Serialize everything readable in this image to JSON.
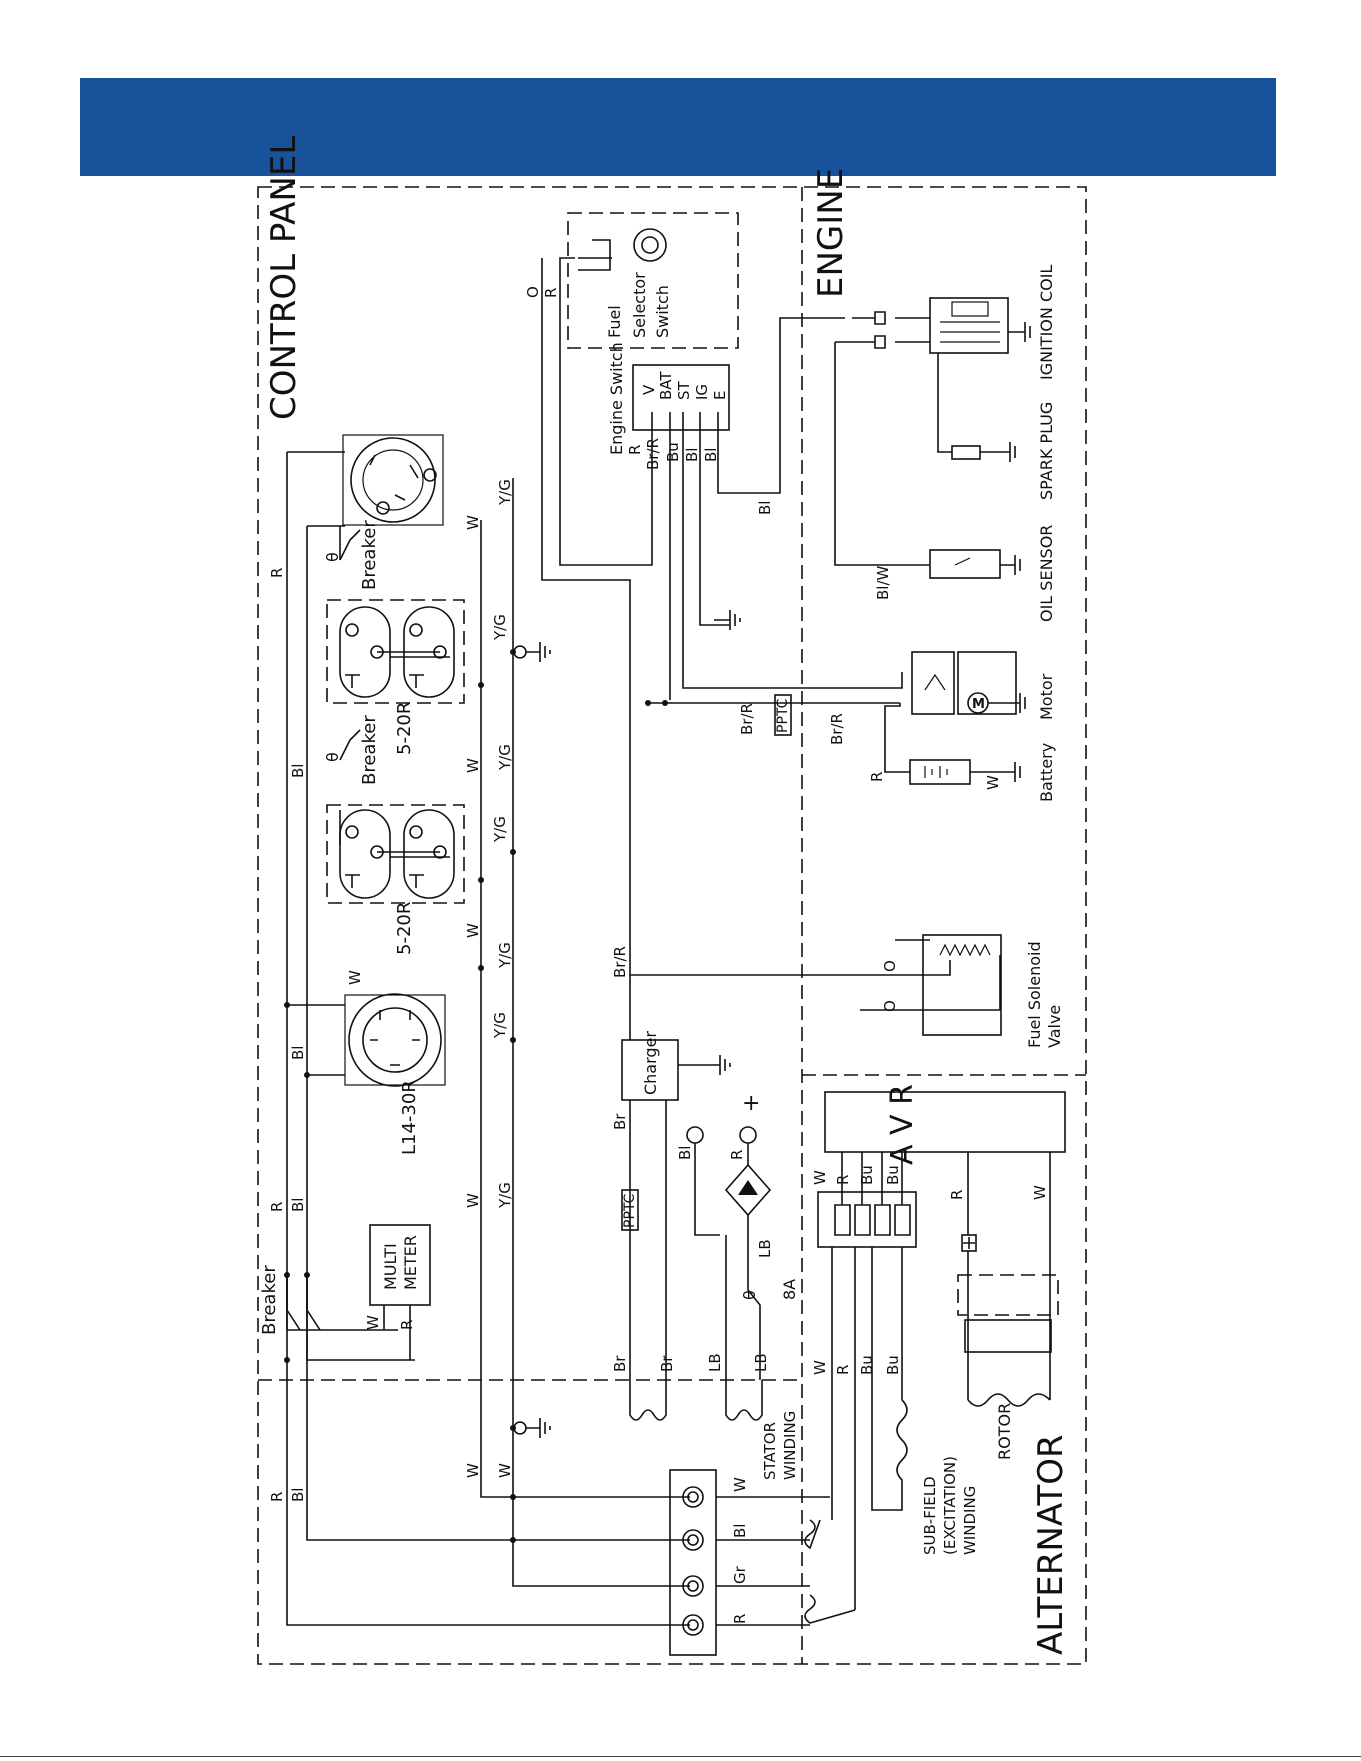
{
  "header": {
    "color": "#17529a"
  },
  "sections": {
    "control_panel": "CONTROL PANEL",
    "engine": "ENGINE",
    "alternator": "ALTERNATOR"
  },
  "components": {
    "engine_switch": "Engine Switch",
    "engine_switch_pins": [
      "V",
      "BAT",
      "ST",
      "IG",
      "E"
    ],
    "fuel_selector": [
      "Fuel",
      "Selector",
      "Switch"
    ],
    "ignition_coil": "IGNITION COIL",
    "spark_plug": "SPARK PLUG",
    "oil_sensor": "OIL SENSOR",
    "motor": "Motor",
    "motor_symbol": "M",
    "battery": "Battery",
    "fuel_solenoid": [
      "Fuel Solenoid",
      "Valve"
    ],
    "charger": "Charger",
    "pptc": "PPTC",
    "breaker": "Breaker",
    "receptacle_5_20r": "5-20R",
    "receptacle_l14_30r": "L14-30R",
    "multimeter": [
      "MULTI",
      "METER"
    ],
    "fuse_8a": "8A",
    "avr": "A V R",
    "stator_winding": [
      "STATOR",
      "WINDING"
    ],
    "subfield_winding": [
      "SUB-FIELD",
      "(EXCITATION)",
      "WINDING"
    ],
    "rotor": "ROTOR",
    "plus": "+",
    "breaker_symbol": "θ"
  },
  "wire_labels": {
    "R": "R",
    "Bl": "Bl",
    "W": "W",
    "YG": "Y/G",
    "Br": "Br",
    "BrR": "Br/R",
    "Bu": "Bu",
    "LB": "LB",
    "O": "O",
    "BlW": "Bl/W",
    "Gr": "Gr"
  }
}
